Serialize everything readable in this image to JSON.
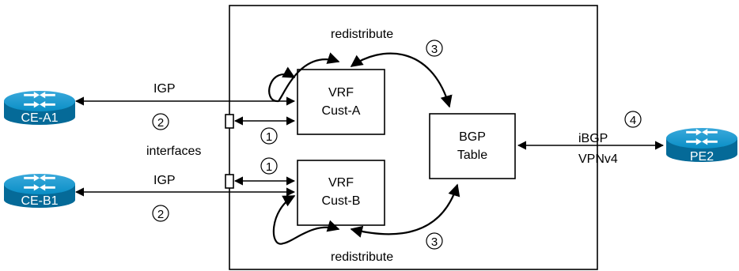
{
  "routers": {
    "ce_a1": "CE-A1",
    "ce_b1": "CE-B1",
    "pe2": "PE2"
  },
  "boxes": {
    "vrf_a": [
      "VRF",
      "Cust-A"
    ],
    "vrf_b": [
      "VRF",
      "Cust-B"
    ],
    "bgp": [
      "BGP",
      "Table"
    ]
  },
  "labels": {
    "igp": "IGP",
    "interfaces": "interfaces",
    "redistribute": "redistribute",
    "ibgp": "iBGP",
    "vpnv4": "VPNv4"
  },
  "steps": {
    "s1": "1",
    "s2": "2",
    "s3": "3",
    "s4": "4"
  },
  "colors": {
    "router_fill": "#0a8fc6",
    "router_dark": "#056a98",
    "line": "#000000"
  }
}
